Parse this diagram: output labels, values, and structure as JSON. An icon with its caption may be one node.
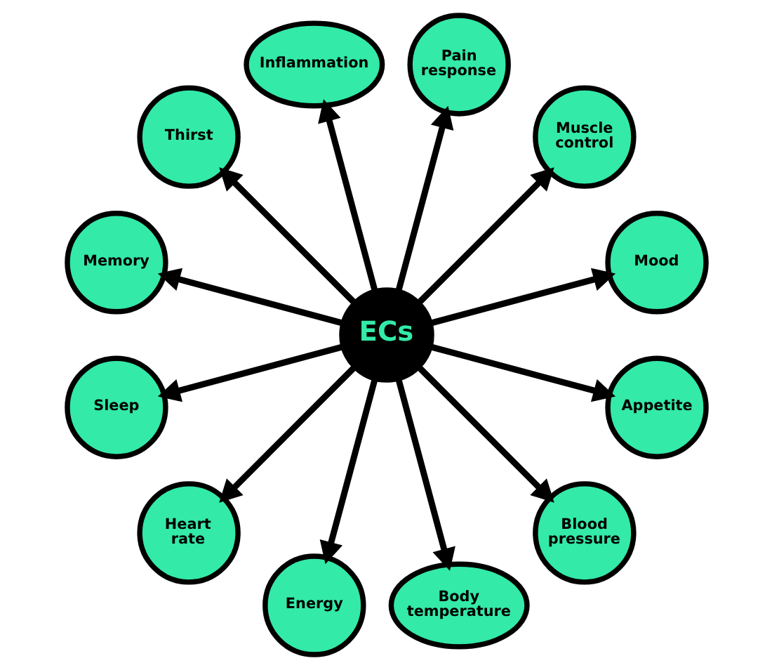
{
  "diagram": {
    "nodes": [
      {
        "text": [
          "ECs"
        ]
      },
      {
        "text": [
          "Mood"
        ]
      },
      {
        "text": [
          "Muscle control"
        ]
      },
      {
        "text": [
          "Pain response"
        ]
      },
      {
        "text": [
          "Inflammation"
        ]
      },
      {
        "text": [
          "Thirst"
        ]
      },
      {
        "text": [
          "Memory"
        ]
      },
      {
        "text": [
          "Sleep"
        ]
      },
      {
        "text": [
          "Heart rate"
        ]
      },
      {
        "text": [
          "Energy"
        ]
      },
      {
        "text": [
          "Body temperature"
        ]
      },
      {
        "text": [
          "Blood pressure"
        ]
      },
      {
        "text": [
          "Appetite"
        ]
      }
    ],
    "edges": [
      {
        "from": 0,
        "to": 1,
        "arrow": "to"
      },
      {
        "from": 0,
        "to": 2,
        "arrow": "to"
      },
      {
        "from": 0,
        "to": 3,
        "arrow": "to"
      },
      {
        "from": 0,
        "to": 4,
        "arrow": "to"
      },
      {
        "from": 0,
        "to": 5,
        "arrow": "to"
      },
      {
        "from": 0,
        "to": 6,
        "arrow": "to"
      },
      {
        "from": 0,
        "to": 7,
        "arrow": "to"
      },
      {
        "from": 0,
        "to": 8,
        "arrow": "to"
      },
      {
        "from": 0,
        "to": 9,
        "arrow": "to"
      },
      {
        "from": 0,
        "to": 10,
        "arrow": "to"
      },
      {
        "from": 0,
        "to": 11,
        "arrow": "to"
      },
      {
        "from": 0,
        "to": 12,
        "arrow": "to"
      }
    ]
  }
}
